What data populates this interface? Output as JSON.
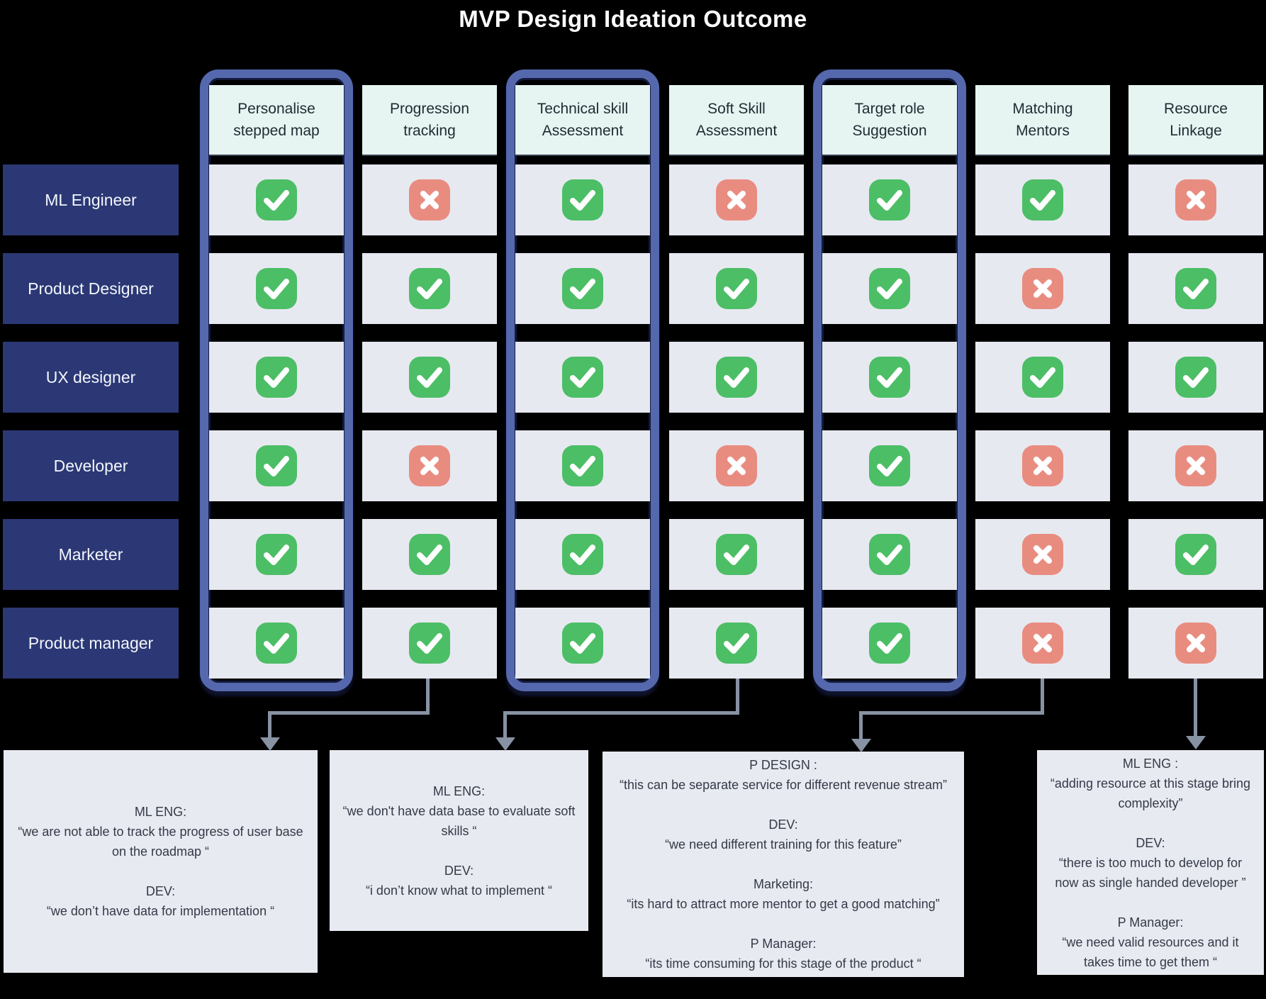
{
  "title": "MVP Design Ideation Outcome",
  "colors": {
    "background": "#000000",
    "frame_blue": "#5568ad",
    "header_mint": "#e6f5f2",
    "cell_gray": "#e7e9f1",
    "label_navy": "#2b3875",
    "check_green": "#4cbe66",
    "cross_salmon": "#e98c80",
    "connector_gray": "#8792a3",
    "note_gray": "#e8eaf1"
  },
  "columns": [
    {
      "label": "Personalise\nstepped map",
      "framed": true
    },
    {
      "label": "Progression\ntracking",
      "framed": false
    },
    {
      "label": "Technical skill\nAssessment",
      "framed": true
    },
    {
      "label": "Soft Skill\nAssessment",
      "framed": false
    },
    {
      "label": "Target role\nSuggestion",
      "framed": true
    },
    {
      "label": "Matching\nMentors",
      "framed": false
    },
    {
      "label": "Resource\nLinkage",
      "framed": false
    }
  ],
  "rows": [
    {
      "label": "ML Engineer",
      "cells": [
        "check",
        "cross",
        "check",
        "cross",
        "check",
        "check",
        "cross"
      ]
    },
    {
      "label": "Product Designer",
      "cells": [
        "check",
        "check",
        "check",
        "check",
        "check",
        "cross",
        "check"
      ]
    },
    {
      "label": "UX designer",
      "cells": [
        "check",
        "check",
        "check",
        "check",
        "check",
        "check",
        "check"
      ]
    },
    {
      "label": "Developer",
      "cells": [
        "check",
        "cross",
        "check",
        "cross",
        "check",
        "cross",
        "cross"
      ]
    },
    {
      "label": "Marketer",
      "cells": [
        "check",
        "check",
        "check",
        "check",
        "check",
        "cross",
        "check"
      ]
    },
    {
      "label": "Product manager",
      "cells": [
        "check",
        "check",
        "check",
        "check",
        "check",
        "cross",
        "cross"
      ]
    }
  ],
  "icons": {
    "check": "check-icon",
    "cross": "cross-icon"
  },
  "notes": [
    {
      "source_column": "Progression tracking",
      "text": "ML ENG:\n“we are not able to track the progress of user base\non the roadmap “\n\nDEV:\n“we don’t have data for implementation “"
    },
    {
      "source_column": "Soft Skill Assessment",
      "text": "ML ENG:\n“we don't have data base to evaluate soft\nskills “\n\nDEV:\n“i don’t know what to implement “"
    },
    {
      "source_column": "Matching Mentors",
      "text": "P DESIGN :\n“this can be separate service for different revenue stream”\n\nDEV:\n“we need different training for this feature”\n\nMarketing:\n“its hard to attract more mentor to get a good matching”\n\nP Manager:\n“its  time consuming for this stage of the product “"
    },
    {
      "source_column": "Resource Linkage",
      "text": "ML ENG :\n“adding resource at this stage bring\ncomplexity”\n\nDEV:\n“there is too much to develop for\nnow as single handed developer ”\n\nP Manager:\n“we need valid resources and it\ntakes time to get them  “"
    }
  ]
}
